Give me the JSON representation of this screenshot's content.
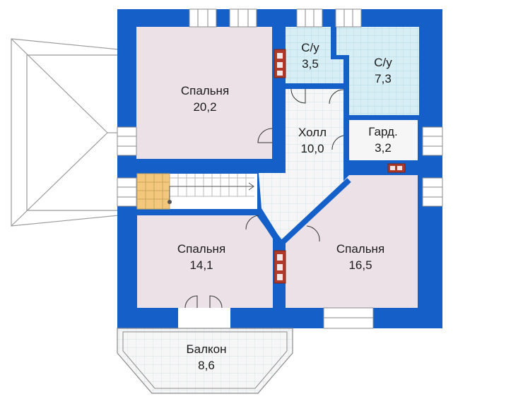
{
  "colors": {
    "wall": "#1560c8",
    "bedroom": "#ece1e6",
    "tile_bath": "#d8eef5",
    "tile_hall": "#f4f4f4",
    "stair": "#f3c77c",
    "brick": "#b0392a",
    "roof_line": "#9a9a9a"
  },
  "rooms": {
    "bedroom1": {
      "name": "Спальня",
      "area": "20,2"
    },
    "bath1": {
      "name": "С/у",
      "area": "3,5"
    },
    "bath2": {
      "name": "С/у",
      "area": "7,3"
    },
    "hall": {
      "name": "Холл",
      "area": "10,0"
    },
    "wardrobe": {
      "name": "Гард.",
      "area": "3,2"
    },
    "bedroom2": {
      "name": "Спальня",
      "area": "14,1"
    },
    "bedroom3": {
      "name": "Спальня",
      "area": "16,5"
    },
    "balcony": {
      "name": "Балкон",
      "area": "8,6"
    }
  }
}
